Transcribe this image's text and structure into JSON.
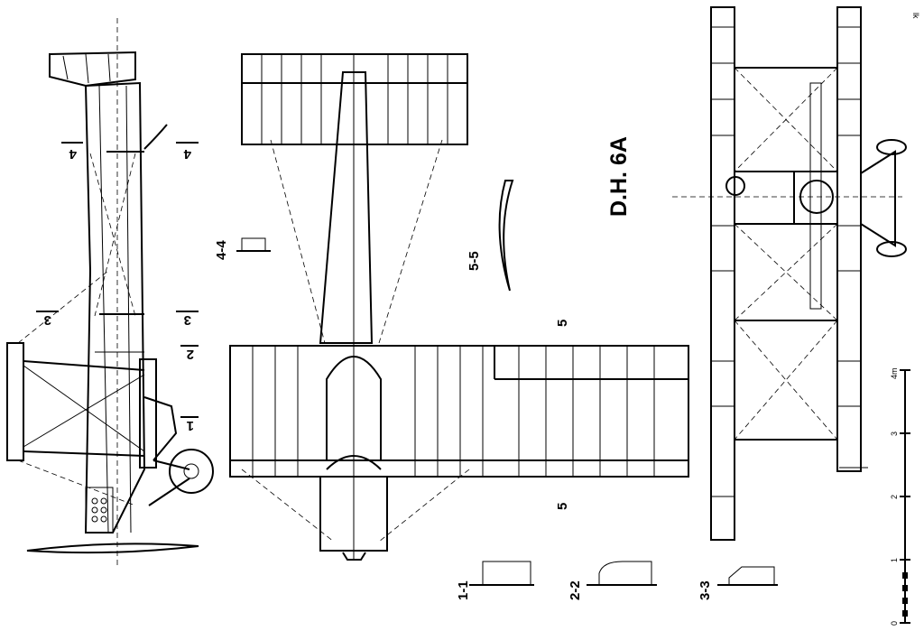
{
  "title": "D.H. 6A",
  "sections": {
    "s44": "4-4",
    "s55": "5-5",
    "s5a": "5",
    "s5b": "5",
    "s11": "1-1",
    "s22": "2-2",
    "s33": "3-3",
    "side4a": "4",
    "side4b": "4",
    "side3a": "3",
    "side3b": "3",
    "side2": "2",
    "side1": "1"
  },
  "scale": {
    "unit": "4m",
    "ticks": [
      "0",
      "1",
      "2",
      "3"
    ]
  },
  "corner": "lk"
}
